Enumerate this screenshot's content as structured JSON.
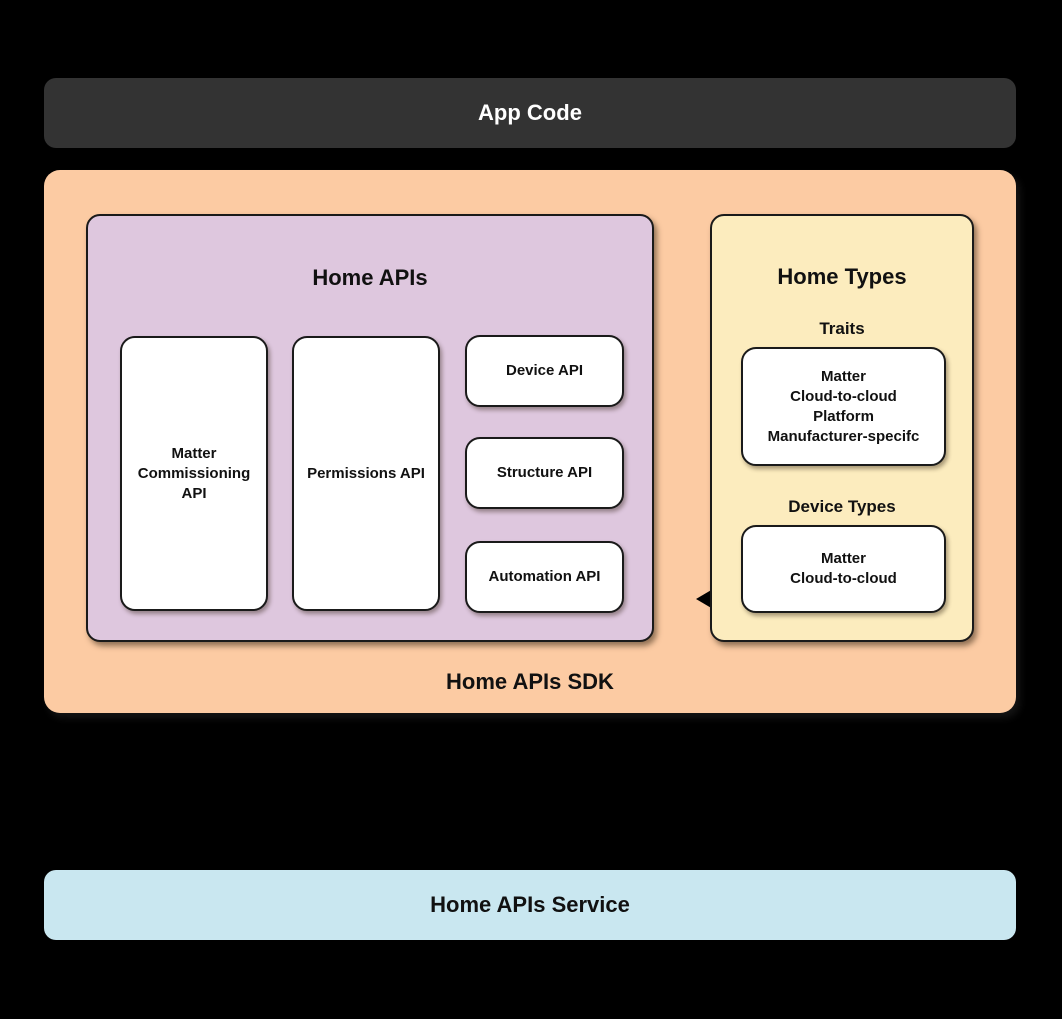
{
  "colors": {
    "background": "#000000",
    "app_code_bg": "#333333",
    "sdk_bg": "#FCCBA3",
    "home_apis_bg": "#DEC7DE",
    "home_types_bg": "#FCECBE",
    "service_bg": "#C9E7F0",
    "card_bg": "#FFFFFF",
    "border_dark": "#1A1A1A",
    "text_dark": "#111111",
    "text_light": "#FFFFFF",
    "arrow": "#000000"
  },
  "diagram": {
    "app_code": {
      "label": "App Code"
    },
    "sdk": {
      "label": "Home APIs SDK",
      "home_apis": {
        "title": "Home APIs",
        "tall_cards": [
          "Matter Commissioning API",
          "Permissions API"
        ],
        "small_cards": [
          "Device API",
          "Structure API",
          "Automation API"
        ]
      },
      "arrow_icon": "bidirectional-arrow",
      "home_types": {
        "title": "Home Types",
        "traits": {
          "label": "Traits",
          "items": [
            "Matter",
            "Cloud-to-cloud",
            "Platform",
            "Manufacturer-specifc"
          ]
        },
        "device_types": {
          "label": "Device Types",
          "items": [
            "Matter",
            "Cloud-to-cloud"
          ]
        }
      }
    },
    "service": {
      "label": "Home APIs Service"
    }
  }
}
